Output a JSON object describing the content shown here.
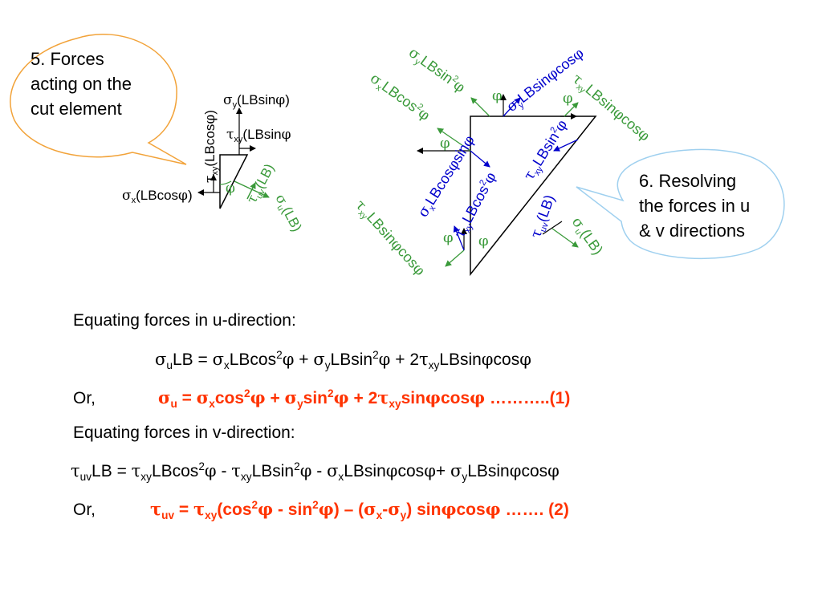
{
  "colors": {
    "green": "#3a9a3a",
    "blue": "#0000cc",
    "red": "#ff3300",
    "callout1": "#f2a33a",
    "callout2": "#9fd0ef"
  },
  "callouts": [
    {
      "lines": [
        "5. Forces",
        "acting on the",
        "cut element"
      ]
    },
    {
      "lines": [
        "6. Resolving",
        "the forces in u",
        "& v directions"
      ]
    }
  ],
  "greek": {
    "sigma": "σ",
    "tau": "τ",
    "phi": "φ"
  },
  "left": {
    "sy_sub": "y",
    "sy_rest": "(LBsin",
    "sy_end": ")",
    "txy_sub": "xy",
    "txy_rest": "(LBsin",
    "sx_sub": "x",
    "sx_rest": "(LBcos",
    "sx_end": ")",
    "vert_sub": "xy",
    "vert_rest": "(LBcos",
    "vert_end": ")",
    "tuv_sub": "uv",
    "tuv_rest": "(LB)",
    "su_sub": "u",
    "su_rest": "(LB)"
  },
  "right": {
    "sy_sin2_rest": "LBsin",
    "sy_sin2_sup": "2",
    "sx_cos2_rest": "LBcos",
    "sx_cos2_sup": "2",
    "sy_sincos_rest": "LBsin",
    "sy_sincos_mid": "cos",
    "txy_sincos_top_rest": "LBsin",
    "txy_sincos_top_mid": "cos",
    "sx_cossin_rest": "LBcos",
    "sx_cossin_mid": "sin",
    "txy_sin2_rest": "LBsin",
    "txy_sin2_sup": "2",
    "txy_cos2_rest": "LBcos",
    "txy_cos2_sup": "2",
    "txy_sincos_bot_rest": "LBsin",
    "txy_sincos_bot_mid": "cos",
    "tuv_rest": "(LB)",
    "su_rest": "(LB)",
    "sub_x": "x",
    "sub_y": "y",
    "sub_xy": "xy",
    "sub_uv": "uv",
    "sub_u": "u"
  },
  "equations": {
    "line1": "Equating forces in u-direction:",
    "line2": {
      "lhs": "LB = ",
      "t1": "LBcos",
      "t2": "LBsin",
      "t3": "2",
      "t3b": "LBsin",
      "t3c": "cos",
      "sup2": "2",
      "plus": " + "
    },
    "line3": {
      "prefix": "Or,",
      "eq": " = ",
      "t1": "cos",
      "t2": "sin",
      "t3": "2",
      "t3b": "sin",
      "t3c": "cos",
      "tail": " ………..(1)",
      "plus": " + "
    },
    "line4": "Equating forces in v-direction:",
    "line5": {
      "lhs": "LB = ",
      "t1": "LBcos",
      "t2": "LBsin",
      "t3": "LBsin",
      "t3c": "cos",
      "t4": "LBsin",
      "t4c": "cos",
      "minus": " - ",
      "plus": "+ "
    },
    "line6": {
      "prefix": "Or,",
      "eq": " = ",
      "t1": "(cos",
      "t2": " - sin",
      "t3": ") – (",
      "t4": "-",
      "t5": ") sin",
      "t5c": "cos",
      "tail": " ……. (2)"
    }
  }
}
